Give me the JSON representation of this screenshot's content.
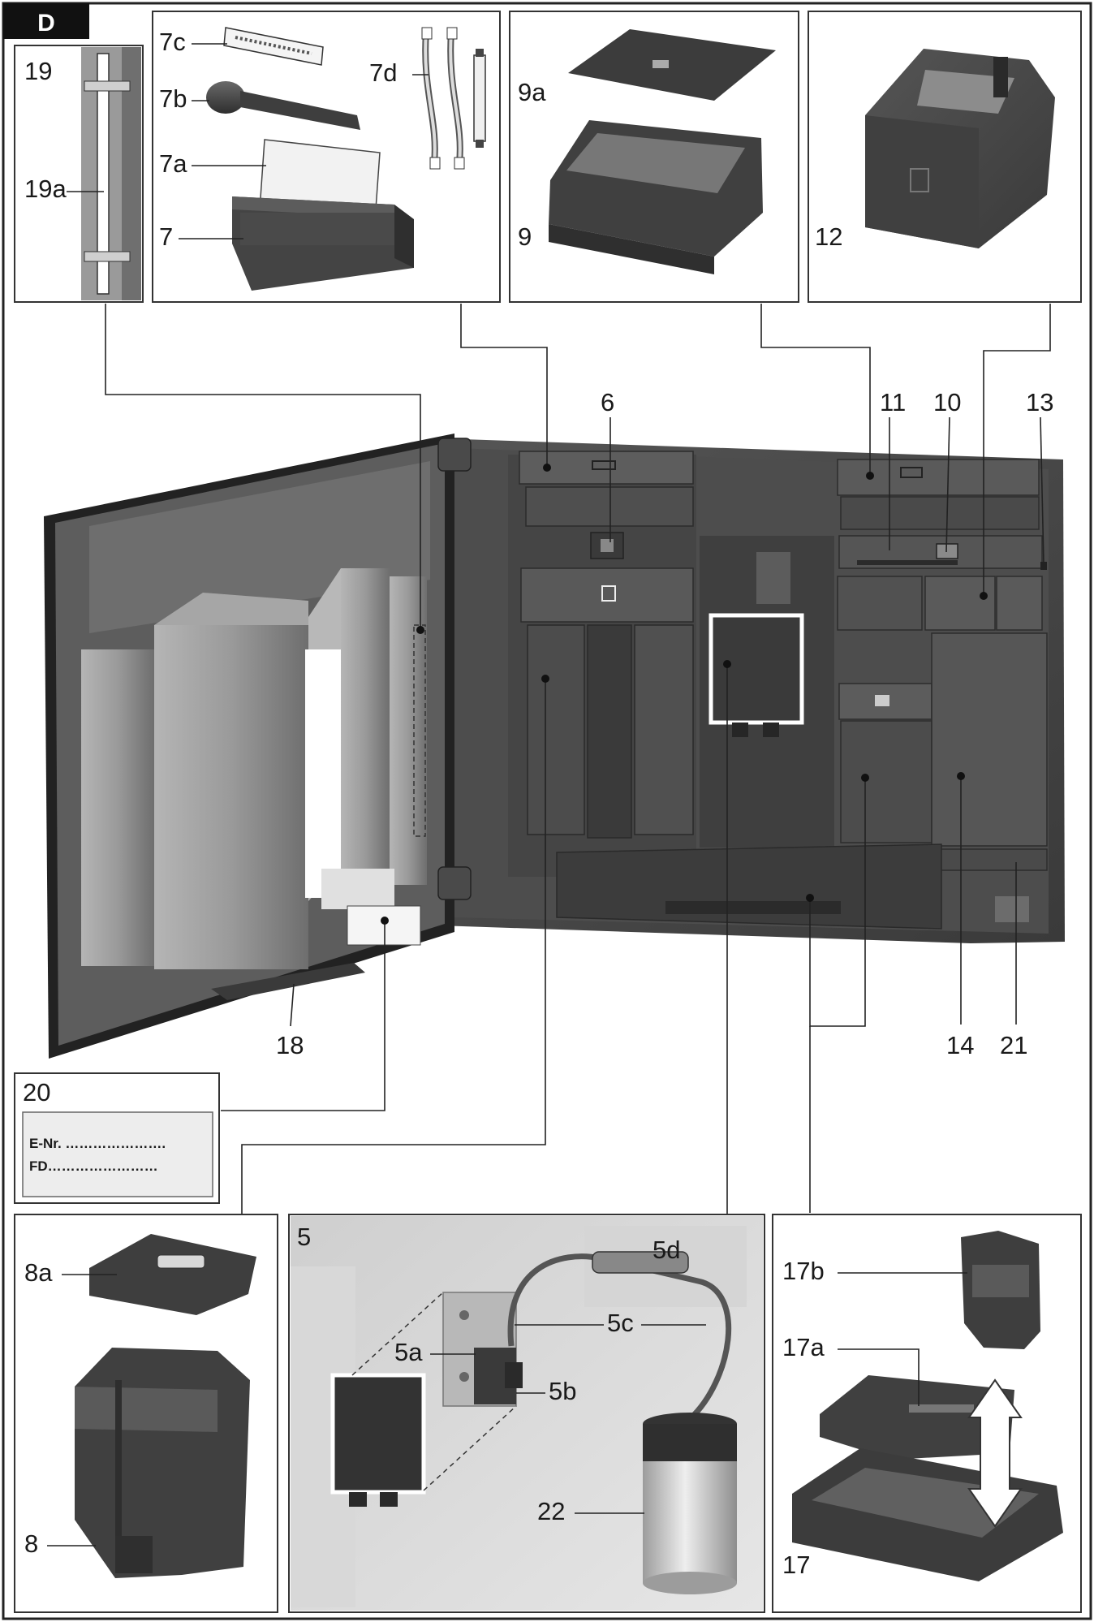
{
  "figure_badge": "D",
  "labels": {
    "l19": "19",
    "l19a": "19a",
    "l7c": "7c",
    "l7b": "7b",
    "l7a": "7a",
    "l7": "7",
    "l7d": "7d",
    "l9a": "9a",
    "l9": "9",
    "l12": "12",
    "l6": "6",
    "l11": "11",
    "l10": "10",
    "l13": "13",
    "l18": "18",
    "l14": "14",
    "l21": "21",
    "l20": "20",
    "l8a": "8a",
    "l8": "8",
    "l5": "5",
    "l5d": "5d",
    "l5c": "5c",
    "l5a": "5a",
    "l5b": "5b",
    "l22": "22",
    "l17b": "17b",
    "l17a": "17a",
    "l17": "17"
  },
  "rating_plate": {
    "line1": "E-Nr. ………………….",
    "line2": "FD……………………"
  },
  "colors": {
    "appliance_dark": "#3d3d3d",
    "appliance_mid": "#5a5a5a",
    "appliance_light": "#8a8a8a",
    "badge_bg": "#111111"
  }
}
